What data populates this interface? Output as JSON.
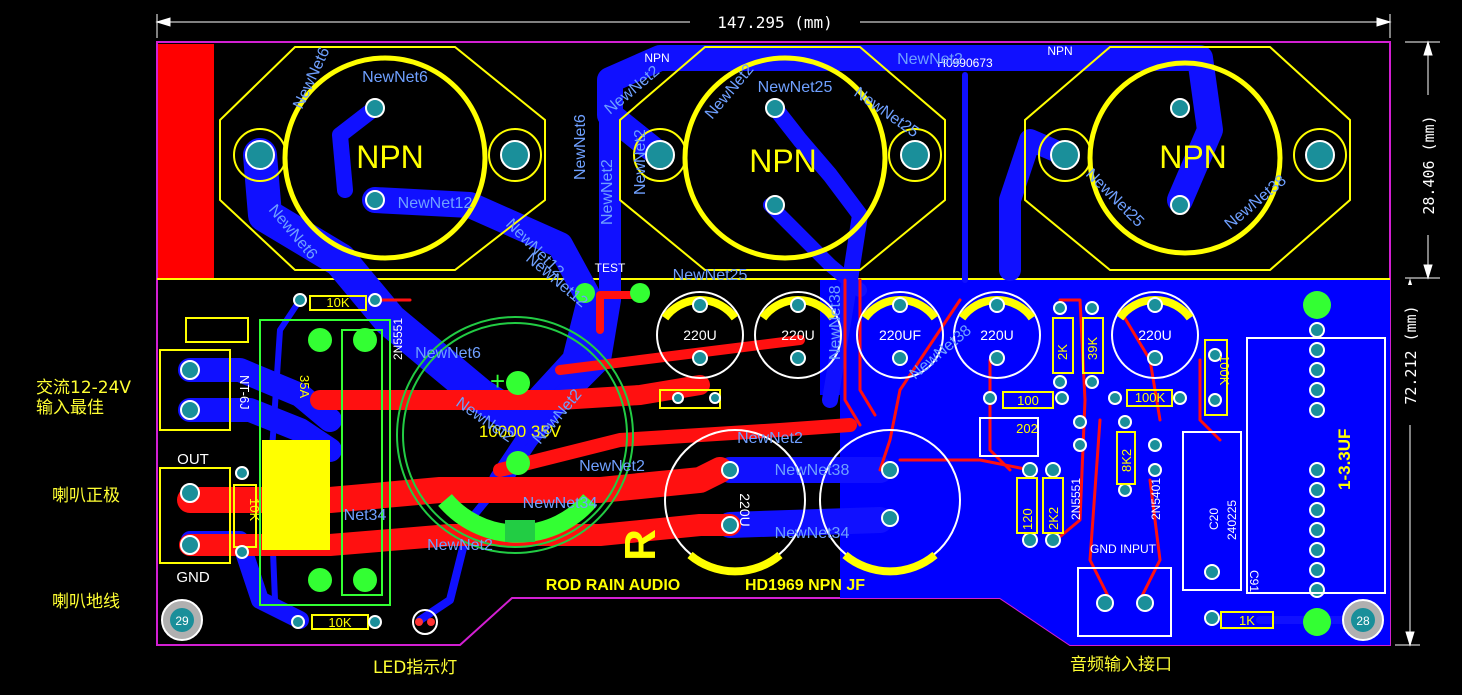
{
  "dimensions": {
    "width": "147.295 (mm)",
    "height_top": "28.406 (mm)",
    "height_bottom": "72.212 (mm)"
  },
  "annotations": {
    "ac_input_line1": "交流12-24V",
    "ac_input_line2": "输入最佳",
    "speaker_positive": "喇叭正极",
    "speaker_ground": "喇叭地线",
    "led_indicator": "LED指示灯",
    "audio_input": "音频输入接口"
  },
  "transistors": [
    {
      "label": "NPN"
    },
    {
      "label": "NPN"
    },
    {
      "label": "NPN"
    }
  ],
  "silkscreen": {
    "npn_small_1": "NPN",
    "npn_small_2": "NPN",
    "part_code": "H0990673",
    "test": "TEST",
    "brand": "ROD RAIN AUDIO",
    "model": "HD1969 NPN JF",
    "logo_letter": "R",
    "out": "OUT",
    "gnd": "GND",
    "gnd_input": "GND  INPUT",
    "fuse_rating": "35A",
    "connector": "NT-6J",
    "mount_left": "29",
    "mount_right": "28",
    "big_cap": "10000  35V",
    "plus": "+"
  },
  "components": {
    "r_top": "10K",
    "r_bottom": "10K",
    "r_vertical": "10K",
    "transistor_small": "2N5551",
    "cap_220u_1": "220U",
    "cap_220u_2": "220U",
    "cap_220uf": "220UF",
    "cap_220u_3": "220U",
    "cap_220u_4": "220U",
    "cap_220u_rot": "220U",
    "r_2k": "2K",
    "r_39k": "39K",
    "r_100": "100",
    "r_100k_h": "100K",
    "r_100k_v": "100K",
    "pot_202": "202",
    "r_8k2": "8K2",
    "r_120": "120",
    "r_2k2": "2K2",
    "q_2n5551": "2N5551",
    "q_2n5401": "2N5401",
    "cap_c20": "C20",
    "cap_240225": "240225",
    "cap_c91": "C91",
    "cap_1_3uf": "1-3.3UF",
    "r_1k": "1K"
  },
  "nets": {
    "n1": "NewNet6",
    "n2": "NewNet6",
    "n3": "NewNet12",
    "n4": "NewNet6",
    "n5": "NewNet12",
    "n6": "NewNet2",
    "n7": "NewNet25",
    "n8": "NewNet2",
    "n9": "NewNet2",
    "n10": "NewNet25",
    "n11": "NewNet25",
    "n12": "NewNet2",
    "n13": "NewNet38",
    "n14": "NewNet38",
    "n15": "NewNet38",
    "n16": "NewNet6",
    "n17": "NewNet2",
    "n18": "NewNet2",
    "n19": "NewNet2",
    "n20": "NewNet38",
    "n21": "NewNet34",
    "n22": "Net34",
    "n23": "NewNet2",
    "n24": "NewNet2",
    "n25": "NewNet34",
    "n26": "NewNet12",
    "n27": "NewNet6",
    "n28": "NewNet2",
    "n29": "NewNet25"
  }
}
